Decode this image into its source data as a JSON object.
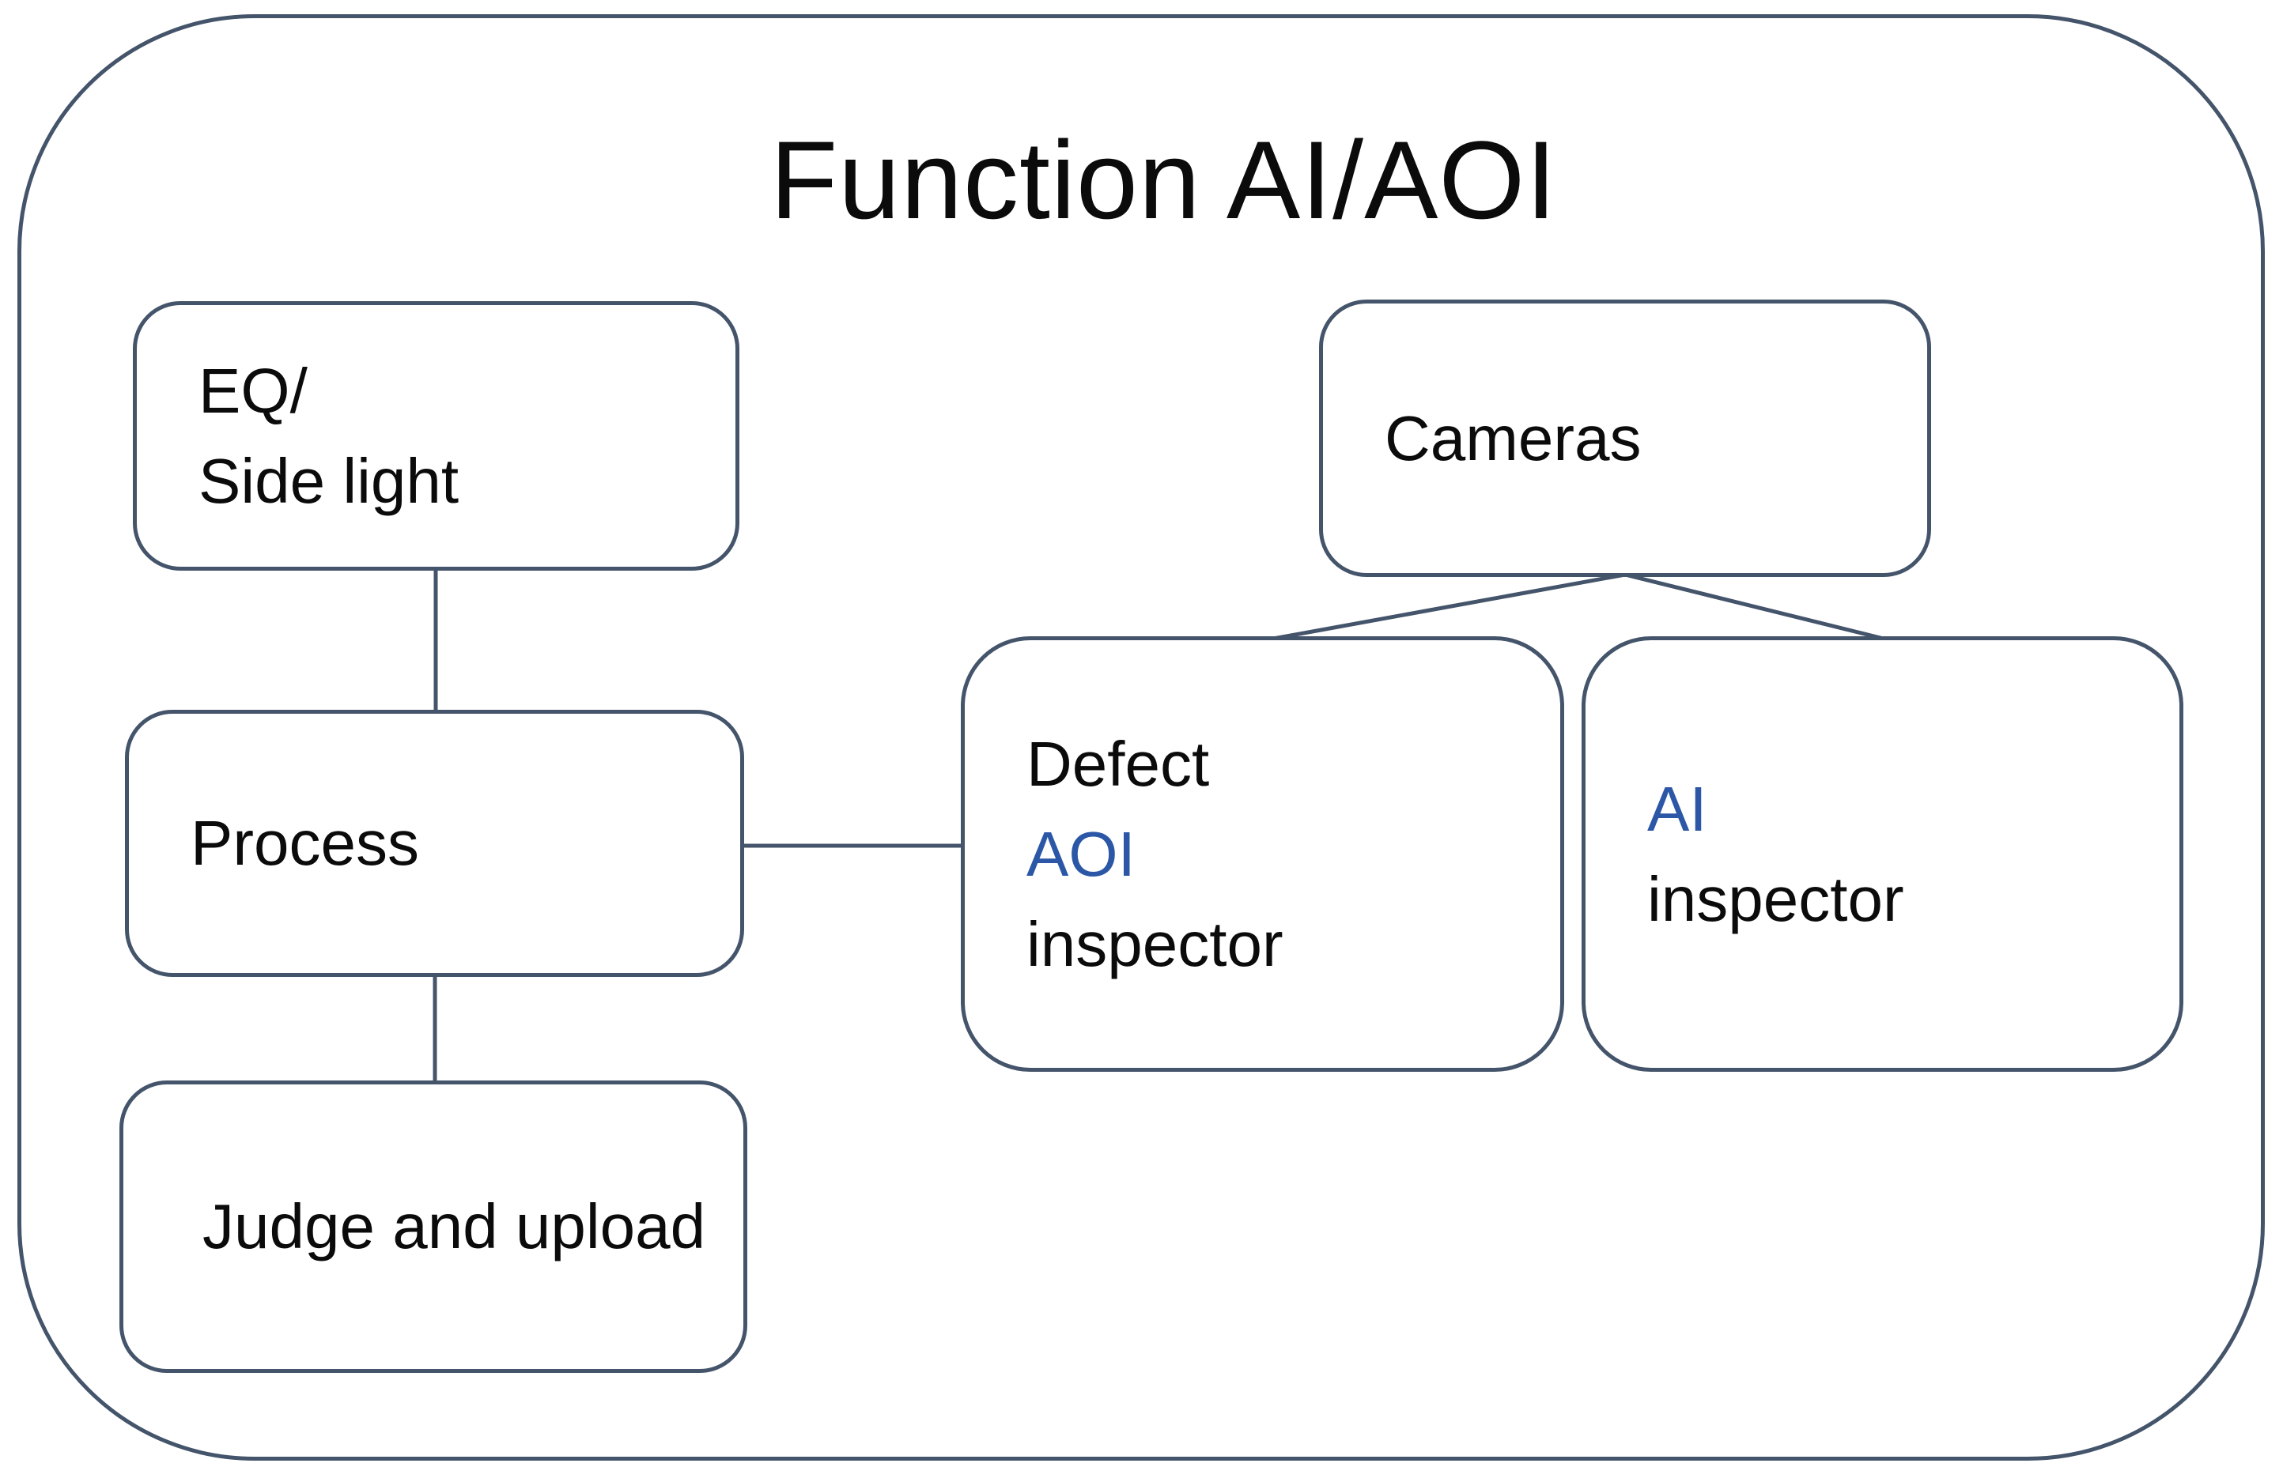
{
  "title": "Function AI/AOI",
  "colors": {
    "line": "#44546A",
    "text": "#0B0B0B",
    "accent_blue": "#2B57A6",
    "background": "#FFFFFF"
  },
  "nodes": {
    "eq_side_light": {
      "lines": [
        {
          "text": "EQ/",
          "accent": false
        },
        {
          "text": "Side light",
          "accent": false
        }
      ]
    },
    "cameras": {
      "lines": [
        {
          "text": "Cameras",
          "accent": false
        }
      ]
    },
    "process": {
      "lines": [
        {
          "text": "Process",
          "accent": false
        }
      ]
    },
    "defect_aoi_inspector": {
      "lines": [
        {
          "text": "Defect",
          "accent": false
        },
        {
          "text": "AOI",
          "accent": true
        },
        {
          "text": "inspector",
          "accent": false
        }
      ]
    },
    "ai_inspector": {
      "lines": [
        {
          "text": "AI",
          "accent": true
        },
        {
          "text": "inspector",
          "accent": false
        }
      ]
    },
    "judge_and_upload": {
      "lines": [
        {
          "text": "Judge and upload",
          "accent": false
        }
      ]
    }
  },
  "edges": [
    {
      "from": "eq_side_light",
      "to": "process"
    },
    {
      "from": "process",
      "to": "judge_and_upload"
    },
    {
      "from": "process",
      "to": "defect_aoi_inspector"
    },
    {
      "from": "cameras",
      "to": "defect_aoi_inspector"
    },
    {
      "from": "cameras",
      "to": "ai_inspector"
    }
  ]
}
